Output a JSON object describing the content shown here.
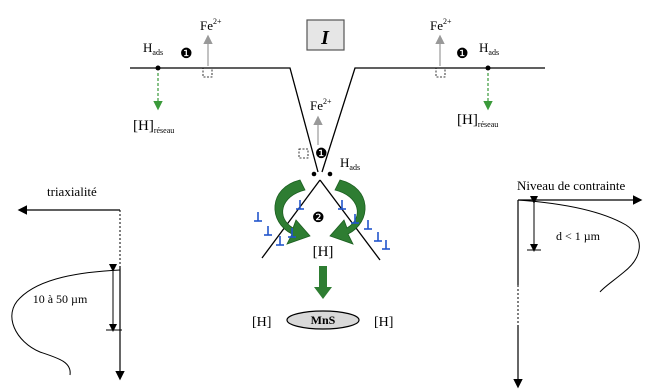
{
  "panel_label": "I",
  "species": {
    "h_ads": "H",
    "h_ads_sub": "ads",
    "fe": "Fe",
    "fe_sup": "2+",
    "h_lattice": "[H]",
    "h_lattice_sub": "réseau",
    "h_bracket": "[H]"
  },
  "step_markers": {
    "one": "❶",
    "two": "❷"
  },
  "inclusion_label": "MnS",
  "left_profile": {
    "title": "triaxialité",
    "distance_label": "10 à 50 µm"
  },
  "right_profile": {
    "title": "Niveau de contrainte",
    "distance_label": "d < 1 µm"
  },
  "colors": {
    "arrow_green": "#2e7d32",
    "dashed_green": "#3a9a3a",
    "dislocation_blue": "#2255cc",
    "grey_arrow": "#999999",
    "ink": "#000000"
  }
}
